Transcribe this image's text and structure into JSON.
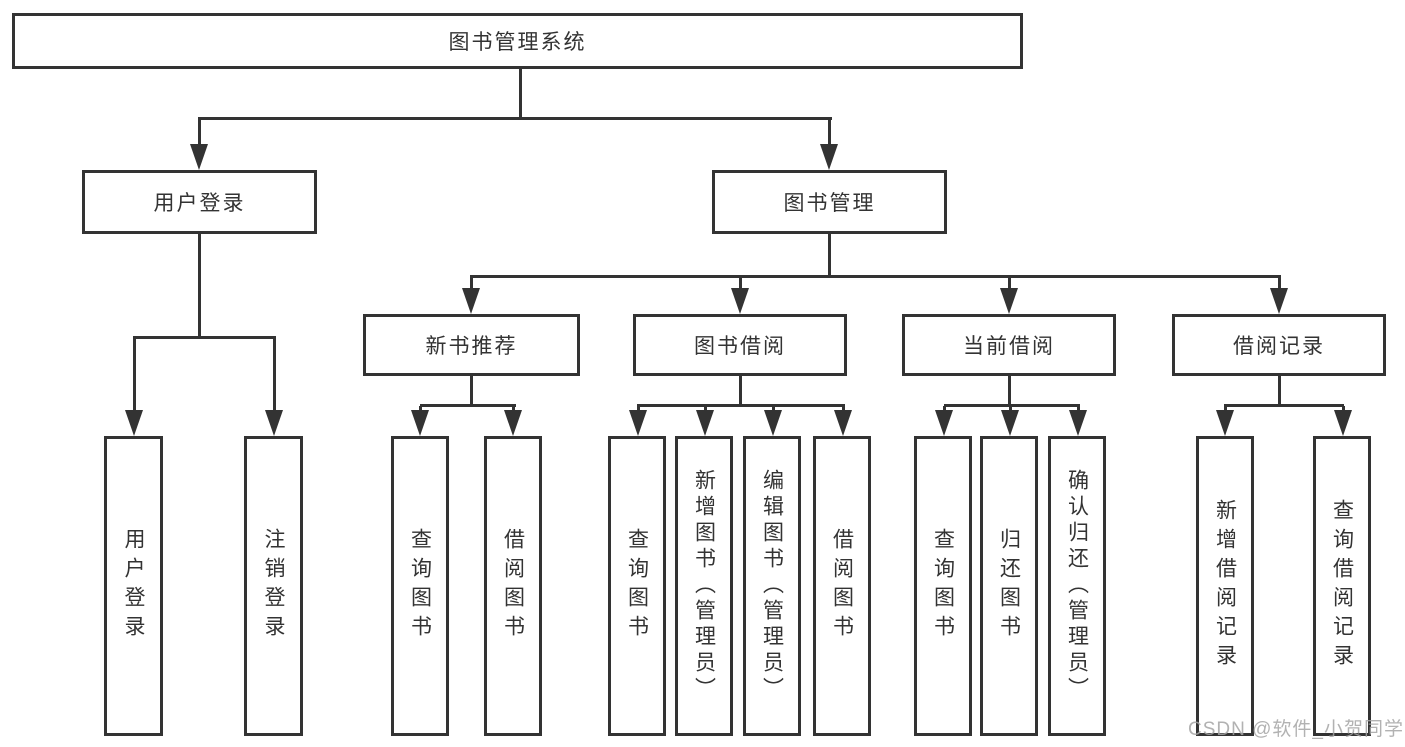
{
  "diagram_type": "hierarchy-chart",
  "colors": {
    "line": "#333333",
    "box_border": "#333333",
    "text": "#333333",
    "background": "#ffffff",
    "watermark": "#a4a4a4"
  },
  "tree": {
    "label": "图书管理系统",
    "children": [
      {
        "label": "用户登录",
        "children": [
          {
            "label": "用户登录"
          },
          {
            "label": "注销登录"
          }
        ]
      },
      {
        "label": "图书管理",
        "children": [
          {
            "label": "新书推荐",
            "children": [
              {
                "label": "查询图书"
              },
              {
                "label": "借阅图书"
              }
            ]
          },
          {
            "label": "图书借阅",
            "children": [
              {
                "label": "查询图书"
              },
              {
                "label": "新增图书（管理员）"
              },
              {
                "label": "编辑图书（管理员）"
              },
              {
                "label": "借阅图书"
              }
            ]
          },
          {
            "label": "当前借阅",
            "children": [
              {
                "label": "查询图书"
              },
              {
                "label": "归还图书"
              },
              {
                "label": "确认归还（管理员）"
              }
            ]
          },
          {
            "label": "借阅记录",
            "children": [
              {
                "label": "新增借阅记录"
              },
              {
                "label": "查询借阅记录"
              }
            ]
          }
        ]
      }
    ]
  },
  "watermark": {
    "text": "CSDN @软件_小贺同学"
  }
}
